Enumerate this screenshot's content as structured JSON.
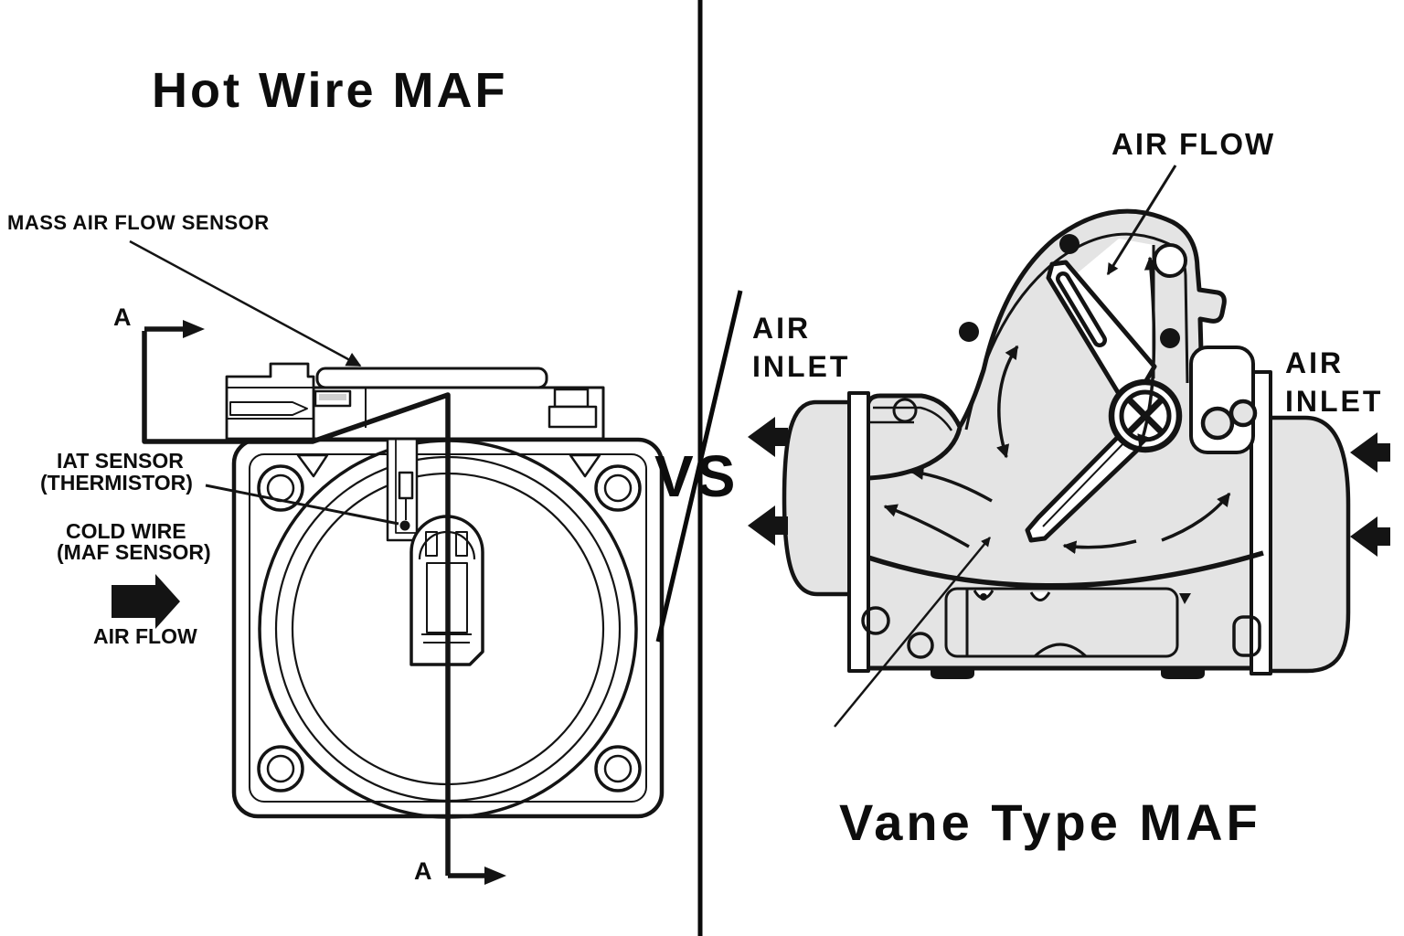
{
  "image_type": "MAF sensor comparison diagram",
  "left_panel": {
    "title": "Hot Wire MAF",
    "labels": {
      "mass_air_flow_sensor": "MASS AIR FLOW SENSOR",
      "section_marker_top": "A",
      "iat_sensor_line1": "IAT SENSOR",
      "iat_sensor_line2": "(THERMISTOR)",
      "cold_wire_line1": "COLD WIRE",
      "cold_wire_line2": "(MAF SENSOR)",
      "air_flow": "AIR FLOW",
      "section_marker_bottom": "A"
    }
  },
  "divider": {
    "versus": "VS"
  },
  "right_panel": {
    "title": "Vane Type MAF",
    "labels": {
      "air_flow": "AIR FLOW",
      "air_inlet_left_line1": "AIR",
      "air_inlet_left_line2": "INLET",
      "air_inlet_right_line1": "AIR",
      "air_inlet_right_line2": "INLET"
    }
  },
  "colors": {
    "ink": "#141414",
    "housing_gray": "#e4e4e4",
    "background": "#ffffff"
  }
}
